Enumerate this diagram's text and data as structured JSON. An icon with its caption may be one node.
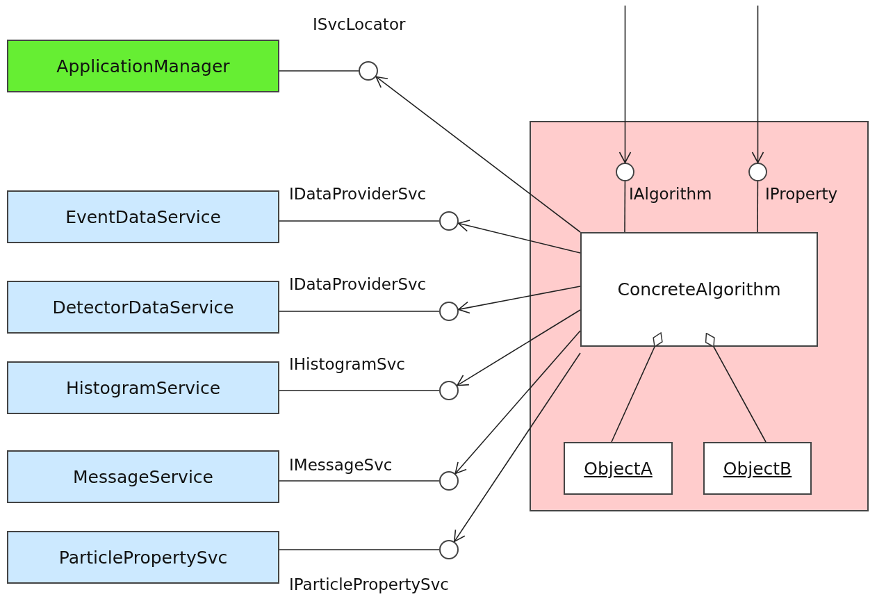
{
  "diagram": {
    "nodes": [
      {
        "text": [
          "ApplicationManager"
        ]
      },
      {
        "text": [],
        "shape": "circle",
        "beside": [
          "ISvcLocator"
        ]
      },
      {
        "text": [
          "EventDataService"
        ]
      },
      {
        "text": [],
        "shape": "circle",
        "beside": [
          "IDataProviderSvc"
        ]
      },
      {
        "text": [
          "DetectorDataService"
        ]
      },
      {
        "text": [],
        "shape": "circle",
        "beside": [
          "IDataProviderSvc"
        ]
      },
      {
        "text": [
          "HistogramService"
        ]
      },
      {
        "text": [],
        "shape": "circle"
      },
      {
        "text": [
          "MessageService"
        ]
      },
      {
        "text": [],
        "shape": "circle"
      },
      {
        "text": [
          "ParticlePropertySvc"
        ]
      },
      {
        "text": [],
        "shape": "circle",
        "beside": [
          "IParticlePropertySvc"
        ]
      },
      {
        "text": [],
        "shape": "box"
      },
      {
        "text": [],
        "shape": "circle",
        "beside": [
          "IAlgorithm"
        ],
        "in": 12
      },
      {
        "text": [],
        "shape": "circle",
        "beside": [
          "IProperty"
        ],
        "in": 12
      },
      {
        "text": [
          "ConcreteAlgorithm"
        ],
        "in": 12
      },
      {
        "text": [
          "ObjectA"
        ],
        "in": 12
      },
      {
        "text": [
          "ObjectB"
        ],
        "in": 12
      }
    ],
    "edges": [
      {
        "from": 0,
        "to": 1,
        "arrow": "none"
      },
      {
        "from": 2,
        "to": 3,
        "arrow": "none"
      },
      {
        "from": 4,
        "to": 5,
        "arrow": "none"
      },
      {
        "from": 6,
        "to": 7,
        "arrow": "none"
      },
      {
        "from": 8,
        "to": 9,
        "arrow": "none"
      },
      {
        "from": 10,
        "to": 11,
        "arrow": "none"
      },
      {
        "from": 15,
        "to": 1,
        "arrow": "to"
      },
      {
        "from": 15,
        "to": 3,
        "arrow": "to"
      },
      {
        "from": 15,
        "to": 5,
        "arrow": "to"
      },
      {
        "from": 15,
        "to": 7,
        "arrow": "to"
      },
      {
        "from": 15,
        "to": 9,
        "arrow": "to"
      },
      {
        "from": 15,
        "to": 11,
        "arrow": "to"
      },
      {
        "from": null,
        "to": 13,
        "arrow": "to"
      },
      {
        "from": null,
        "to": 14,
        "arrow": "to"
      },
      {
        "from": 13,
        "to": 15,
        "arrow": "none"
      },
      {
        "from": 14,
        "to": 15,
        "arrow": "none"
      },
      {
        "from": 15,
        "to": 16,
        "arrow": "other"
      },
      {
        "from": 15,
        "to": 17,
        "arrow": "other"
      }
    ],
    "labels": [
      "IHistogramSvc",
      "IMessageSvc"
    ]
  }
}
